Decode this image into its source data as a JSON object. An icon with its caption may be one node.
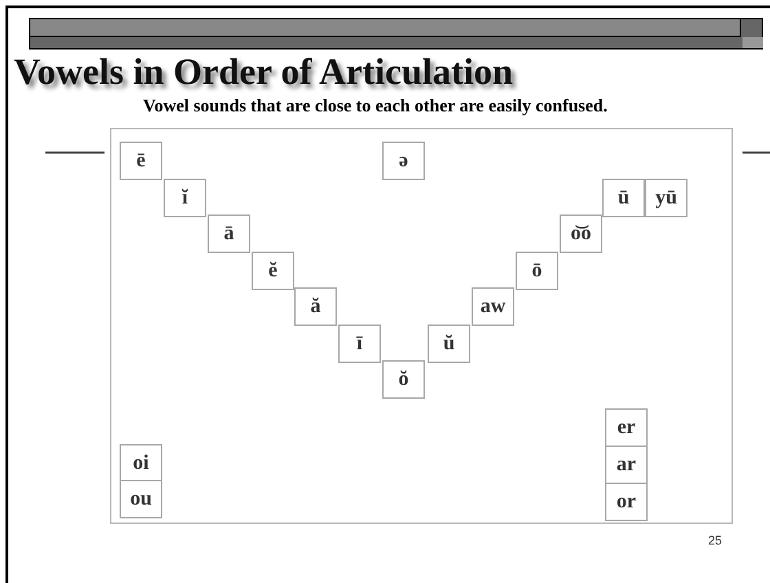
{
  "diagram": {
    "title": "Vowels in Order of Articulation",
    "caption": "Vowel sounds that are close to each other are easily confused.",
    "nodes": [
      {
        "text": [],
        "shape": "box"
      },
      {
        "text": [
          "ē"
        ],
        "in": 0
      },
      {
        "text": [
          "ə"
        ],
        "in": 0
      },
      {
        "text": [
          "ĭ"
        ],
        "in": 0
      },
      {
        "text": [
          "ū"
        ],
        "in": 0
      },
      {
        "text": [
          "yū"
        ],
        "in": 0
      },
      {
        "text": [
          "ā"
        ],
        "in": 0
      },
      {
        "text": [
          "o͝o"
        ],
        "in": 0
      },
      {
        "text": [
          "ĕ"
        ],
        "in": 0
      },
      {
        "text": [
          "ō"
        ],
        "in": 0
      },
      {
        "text": [
          "ă"
        ],
        "in": 0
      },
      {
        "text": [
          "aw"
        ],
        "in": 0
      },
      {
        "text": [
          "ī"
        ],
        "in": 0
      },
      {
        "text": [
          "ŭ"
        ],
        "in": 0
      },
      {
        "text": [
          "ŏ"
        ],
        "in": 0
      },
      {
        "text": [
          "er"
        ],
        "in": 0
      },
      {
        "text": [
          "oi"
        ],
        "in": 0
      },
      {
        "text": [
          "ar"
        ],
        "in": 0
      },
      {
        "text": [
          "ou"
        ],
        "in": 0
      },
      {
        "text": [
          "or"
        ],
        "in": 0
      }
    ],
    "edges": [],
    "labels": [
      "25"
    ]
  }
}
